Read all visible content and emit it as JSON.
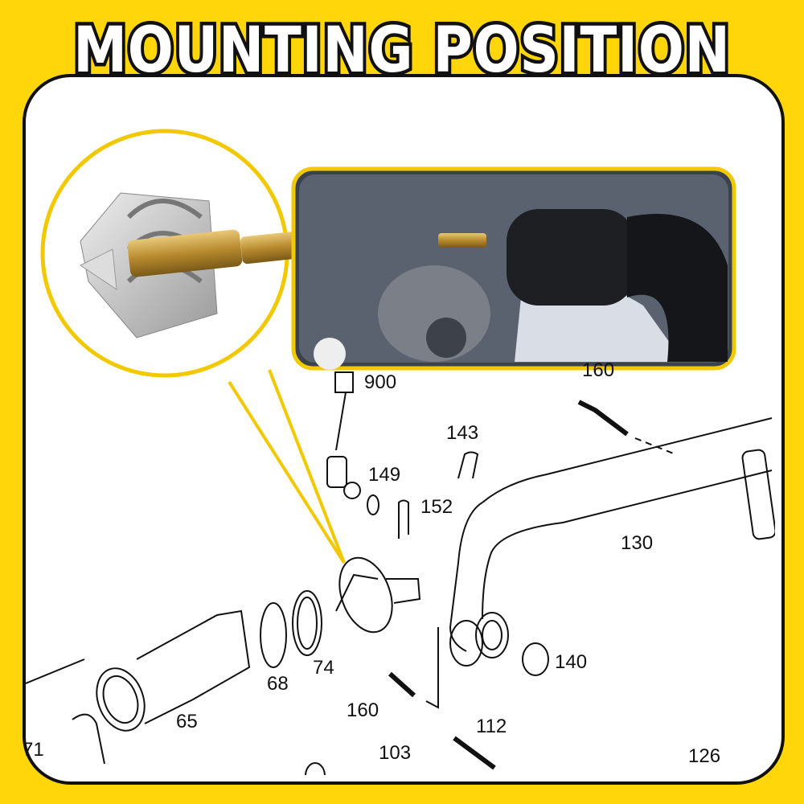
{
  "title": "MOUNTING POSITION",
  "colors": {
    "background": "#FFD60A",
    "panel": "#FFFFFF",
    "outline": "#111111",
    "callout": "#F2C800"
  },
  "part_labels": [
    "900",
    "160",
    "143",
    "149",
    "152",
    "130",
    "140",
    "74",
    "68",
    "160",
    "65",
    "112",
    "103",
    "126",
    "71"
  ]
}
